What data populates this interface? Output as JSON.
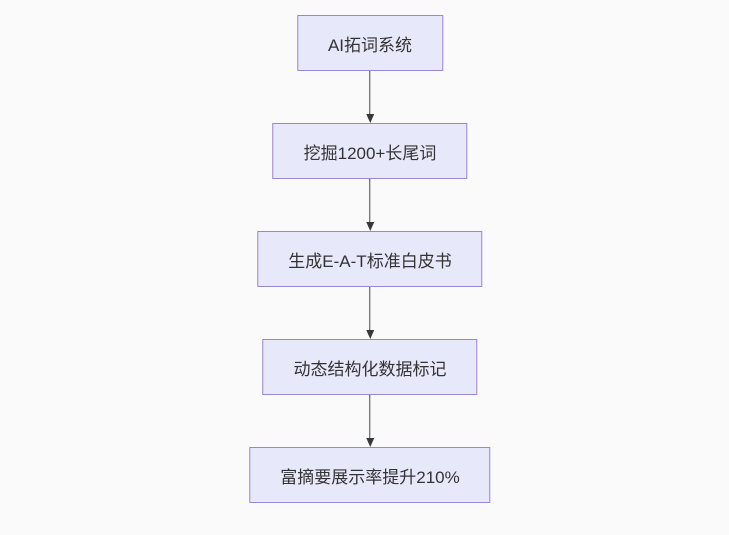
{
  "diagram": {
    "type": "flowchart",
    "direction": "top-down",
    "colors": {
      "background": "#fafafa",
      "node_fill": "#e8e8fb",
      "node_border": "#9c85d6",
      "node_text": "#333333",
      "arrow": "#4a4a4a"
    },
    "nodes": [
      {
        "id": "n1",
        "label": "AI拓词系统"
      },
      {
        "id": "n2",
        "label": "挖掘1200+长尾词"
      },
      {
        "id": "n3",
        "label": "生成E-A-T标准白皮书"
      },
      {
        "id": "n4",
        "label": "动态结构化数据标记"
      },
      {
        "id": "n5",
        "label": "富摘要展示率提升210%"
      }
    ],
    "edges": [
      {
        "from": "AI拓词系统",
        "to": "挖掘1200+长尾词"
      },
      {
        "from": "挖掘1200+长尾词",
        "to": "生成E-A-T标准白皮书"
      },
      {
        "from": "生成E-A-T标准白皮书",
        "to": "动态结构化数据标记"
      },
      {
        "from": "动态结构化数据标记",
        "to": "富摘要展示率提升210%"
      }
    ]
  }
}
